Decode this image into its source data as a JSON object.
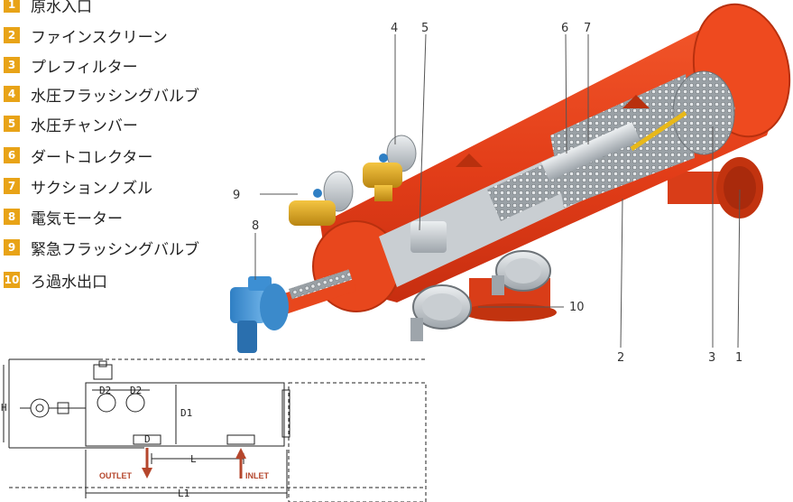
{
  "legend": {
    "items": [
      {
        "num": "1",
        "label": "原水入口"
      },
      {
        "num": "2",
        "label": "ファインスクリーン"
      },
      {
        "num": "3",
        "label": "プレフィルター"
      },
      {
        "num": "4",
        "label": "水圧フラッシングバルブ"
      },
      {
        "num": "5",
        "label": "水圧チャンバー"
      },
      {
        "num": "6",
        "label": "ダートコレクター"
      },
      {
        "num": "7",
        "label": "サクションノズル"
      },
      {
        "num": "8",
        "label": "電気モーター"
      },
      {
        "num": "9",
        "label": "緊急フラッシングバルブ"
      },
      {
        "num": "10",
        "label": "ろ過水出口"
      }
    ],
    "badge_color": "#e8a317"
  },
  "callouts": {
    "c1": "1",
    "c2": "2",
    "c3": "3",
    "c4": "4",
    "c5": "5",
    "c6": "6",
    "c7": "7",
    "c8": "8",
    "c9": "9",
    "c10": "10"
  },
  "drawing": {
    "h": "H",
    "d1": "D1",
    "d2a": "D2",
    "d2b": "D2",
    "d": "D",
    "l": "L",
    "l1": "L1",
    "outlet": "OUTLET",
    "inlet": "INLET"
  },
  "colors": {
    "housing": "#e8401c",
    "flow_arrow": "#b5462c"
  }
}
